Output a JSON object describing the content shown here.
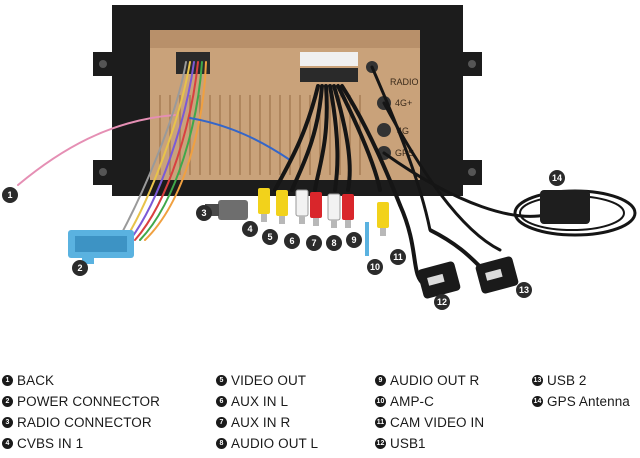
{
  "legend": {
    "columns": [
      [
        {
          "num": "1",
          "label": "BACK"
        },
        {
          "num": "2",
          "label": "POWER CONNECTOR"
        },
        {
          "num": "3",
          "label": "RADIO CONNECTOR"
        },
        {
          "num": "4",
          "label": "CVBS IN 1"
        }
      ],
      [
        {
          "num": "5",
          "label": "VIDEO OUT"
        },
        {
          "num": "6",
          "label": "AUX IN L"
        },
        {
          "num": "7",
          "label": "AUX IN R"
        },
        {
          "num": "8",
          "label": "AUDIO OUT L"
        }
      ],
      [
        {
          "num": "9",
          "label": "AUDIO OUT R"
        },
        {
          "num": "10",
          "label": "AMP-C"
        },
        {
          "num": "11",
          "label": "CAM VIDEO IN"
        },
        {
          "num": "12",
          "label": "USB1"
        }
      ],
      [
        {
          "num": "13",
          "label": "USB 2"
        },
        {
          "num": "14",
          "label": "GPS Antenna"
        }
      ]
    ]
  },
  "photo": {
    "port_labels": {
      "radio": "RADIO",
      "fourg_plus": "4G+",
      "fourg": "4G",
      "gps": "GPS"
    },
    "callouts": [
      "1",
      "2",
      "3",
      "4",
      "5",
      "6",
      "7",
      "8",
      "9",
      "10",
      "11",
      "12",
      "13",
      "14"
    ],
    "colors": {
      "frame": "#1c1c1c",
      "chassis": "#c9a27a",
      "power_connector": "#5ab2e0",
      "rca_yellow": "#f2d21b",
      "rca_red": "#d9262b",
      "rca_white": "#f2f2f2",
      "cable_black": "#151515"
    }
  }
}
